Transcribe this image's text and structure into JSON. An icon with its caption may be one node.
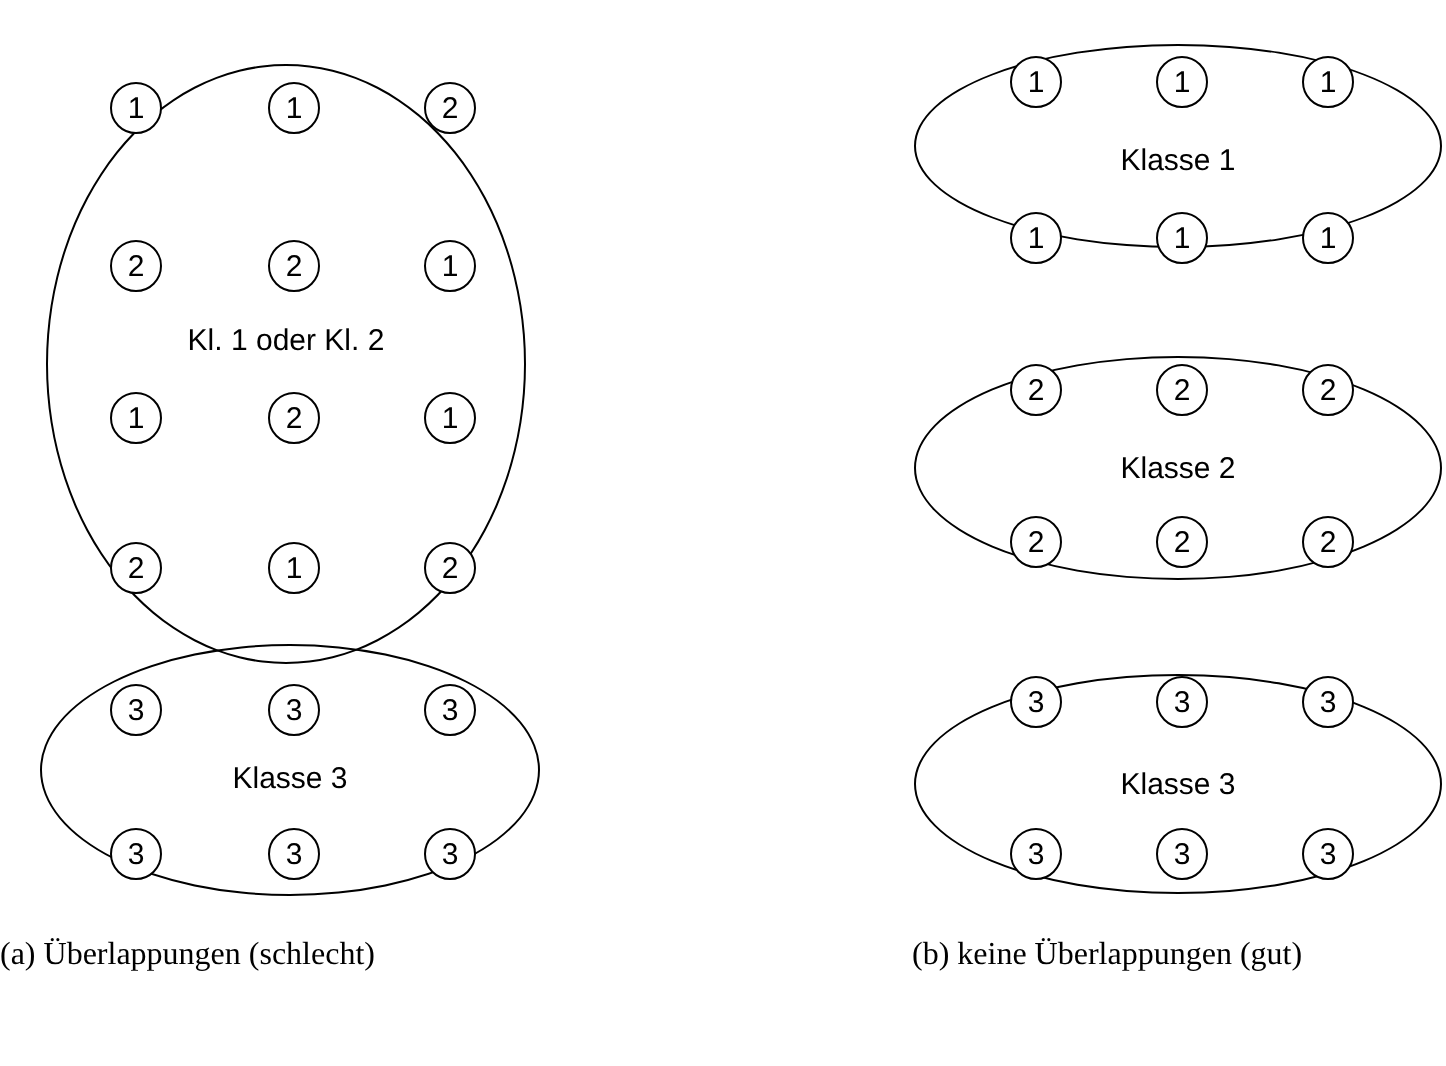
{
  "diagram": {
    "nodes": [
      {
        "text": [
          "Kl. 1 oder Kl. 2"
        ]
      },
      {
        "text": [
          "1"
        ],
        "in": 0
      },
      {
        "text": [
          "1"
        ],
        "in": 0
      },
      {
        "text": [
          "2"
        ],
        "in": 0
      },
      {
        "text": [
          "2"
        ],
        "in": 0
      },
      {
        "text": [
          "2"
        ],
        "in": 0
      },
      {
        "text": [
          "1"
        ],
        "in": 0
      },
      {
        "text": [
          "1"
        ],
        "in": 0
      },
      {
        "text": [
          "2"
        ],
        "in": 0
      },
      {
        "text": [
          "1"
        ],
        "in": 0
      },
      {
        "text": [
          "2"
        ],
        "in": 0
      },
      {
        "text": [
          "1"
        ],
        "in": 0
      },
      {
        "text": [
          "2"
        ],
        "in": 0
      },
      {
        "text": [
          "Klasse 3"
        ]
      },
      {
        "text": [
          "3"
        ],
        "in": 13
      },
      {
        "text": [
          "3"
        ],
        "in": 13
      },
      {
        "text": [
          "3"
        ],
        "in": 13
      },
      {
        "text": [
          "3"
        ],
        "in": 13
      },
      {
        "text": [
          "3"
        ],
        "in": 13
      },
      {
        "text": [
          "3"
        ],
        "in": 13
      },
      {
        "text": [
          "Klasse 1"
        ]
      },
      {
        "text": [
          "1"
        ],
        "in": 20
      },
      {
        "text": [
          "1"
        ],
        "in": 20
      },
      {
        "text": [
          "1"
        ],
        "in": 20
      },
      {
        "text": [
          "1"
        ],
        "in": 20
      },
      {
        "text": [
          "1"
        ],
        "in": 20
      },
      {
        "text": [
          "1"
        ],
        "in": 20
      },
      {
        "text": [
          "Klasse 2"
        ]
      },
      {
        "text": [
          "2"
        ],
        "in": 27
      },
      {
        "text": [
          "2"
        ],
        "in": 27
      },
      {
        "text": [
          "2"
        ],
        "in": 27
      },
      {
        "text": [
          "2"
        ],
        "in": 27
      },
      {
        "text": [
          "2"
        ],
        "in": 27
      },
      {
        "text": [
          "2"
        ],
        "in": 27
      },
      {
        "text": [
          "Klasse 3"
        ]
      },
      {
        "text": [
          "3"
        ],
        "in": 34
      },
      {
        "text": [
          "3"
        ],
        "in": 34
      },
      {
        "text": [
          "3"
        ],
        "in": 34
      },
      {
        "text": [
          "3"
        ],
        "in": 34
      },
      {
        "text": [
          "3"
        ],
        "in": 34
      },
      {
        "text": [
          "3"
        ],
        "in": 34
      }
    ],
    "edges": [],
    "labels": [
      "(a) Überlappungen (schlecht)",
      "(b) keine Überlappungen (gut)"
    ]
  }
}
